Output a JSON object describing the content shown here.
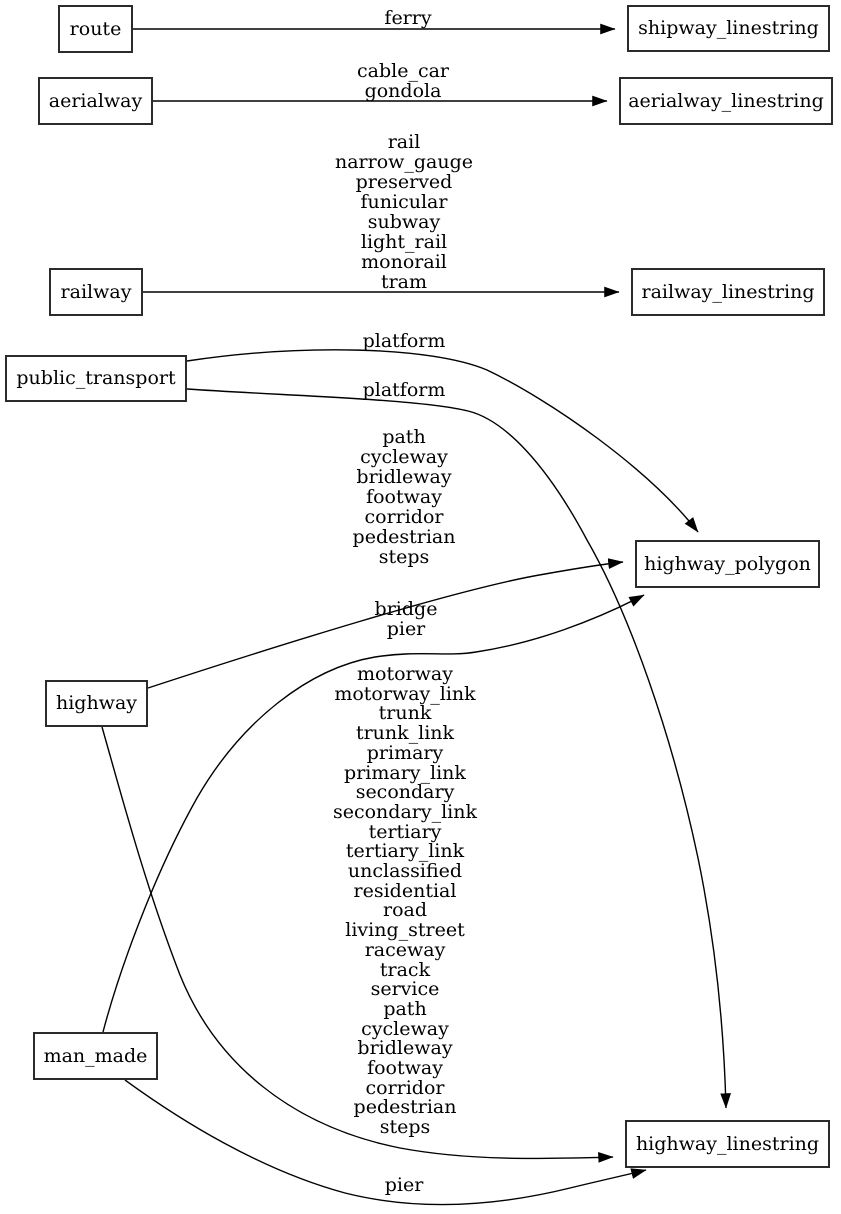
{
  "diagram_title": "",
  "colors": {
    "background": "#ffffff",
    "edge_line": "#000000",
    "node_border": "#2b2b2b",
    "text": "#000000"
  },
  "nodes": {
    "route": {
      "label": "route"
    },
    "shipway_linestring": {
      "label": "shipway_linestring"
    },
    "aerialway": {
      "label": "aerialway"
    },
    "aerialway_linestring": {
      "label": "aerialway_linestring"
    },
    "railway": {
      "label": "railway"
    },
    "railway_linestring": {
      "label": "railway_linestring"
    },
    "public_transport": {
      "label": "public_transport"
    },
    "highway_polygon": {
      "label": "highway_polygon"
    },
    "highway": {
      "label": "highway"
    },
    "man_made": {
      "label": "man_made"
    },
    "highway_linestring": {
      "label": "highway_linestring"
    }
  },
  "edges": [
    {
      "from": "route",
      "to": "shipway_linestring",
      "values": [
        "ferry"
      ]
    },
    {
      "from": "aerialway",
      "to": "aerialway_linestring",
      "values": [
        "cable_car",
        "gondola"
      ]
    },
    {
      "from": "railway",
      "to": "railway_linestring",
      "values": [
        "rail",
        "narrow_gauge",
        "preserved",
        "funicular",
        "subway",
        "light_rail",
        "monorail",
        "tram"
      ]
    },
    {
      "from": "public_transport",
      "to": "highway_polygon",
      "values": [
        "platform"
      ]
    },
    {
      "from": "public_transport",
      "to": "highway_linestring",
      "values": [
        "platform"
      ]
    },
    {
      "from": "highway",
      "to": "highway_polygon",
      "values": [
        "path",
        "cycleway",
        "bridleway",
        "footway",
        "corridor",
        "pedestrian",
        "steps"
      ]
    },
    {
      "from": "highway",
      "to": "highway_linestring",
      "values": [
        "motorway",
        "motorway_link",
        "trunk",
        "trunk_link",
        "primary",
        "primary_link",
        "secondary",
        "secondary_link",
        "tertiary",
        "tertiary_link",
        "unclassified",
        "residential",
        "road",
        "living_street",
        "raceway",
        "track",
        "service",
        "path",
        "cycleway",
        "bridleway",
        "footway",
        "corridor",
        "pedestrian",
        "steps"
      ]
    },
    {
      "from": "man_made",
      "to": "highway_polygon",
      "values": [
        "bridge",
        "pier"
      ]
    },
    {
      "from": "man_made",
      "to": "highway_linestring",
      "values": [
        "pier"
      ]
    }
  ]
}
